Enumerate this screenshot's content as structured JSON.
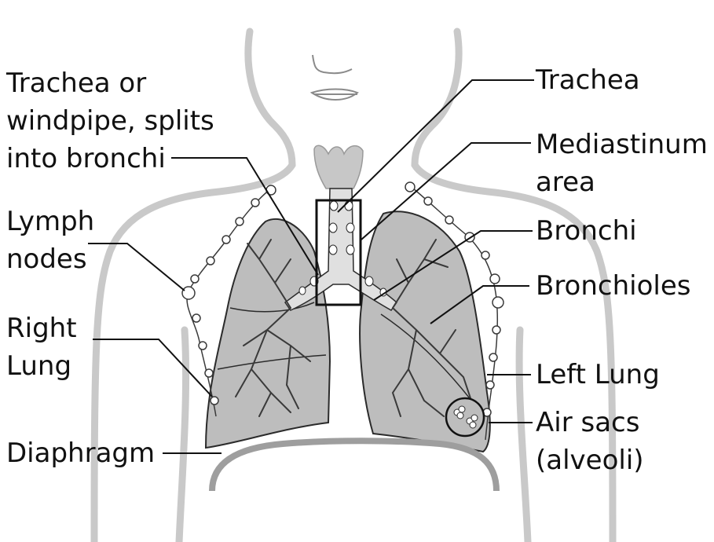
{
  "labels": {
    "trachea_splits": [
      "Trachea or",
      "windpipe, splits",
      "into bronchi"
    ],
    "lymph_nodes": [
      "Lymph",
      "nodes"
    ],
    "right_lung": [
      "Right",
      "Lung"
    ],
    "diaphragm": "Diaphragm",
    "trachea": "Trachea",
    "mediastinum": [
      "Mediastinum",
      "area"
    ],
    "bronchi": "Bronchi",
    "bronchioles": "Bronchioles",
    "left_lung": "Left Lung",
    "air_sacs": [
      "Air sacs",
      "(alveoli)"
    ]
  },
  "colors": {
    "body_outline": "#c9c9c9",
    "lung_fill": "#bdbdbd",
    "lung_stroke": "#2b2b2b",
    "airway_fill": "#e0e0e0",
    "leader_line": "#111111"
  }
}
